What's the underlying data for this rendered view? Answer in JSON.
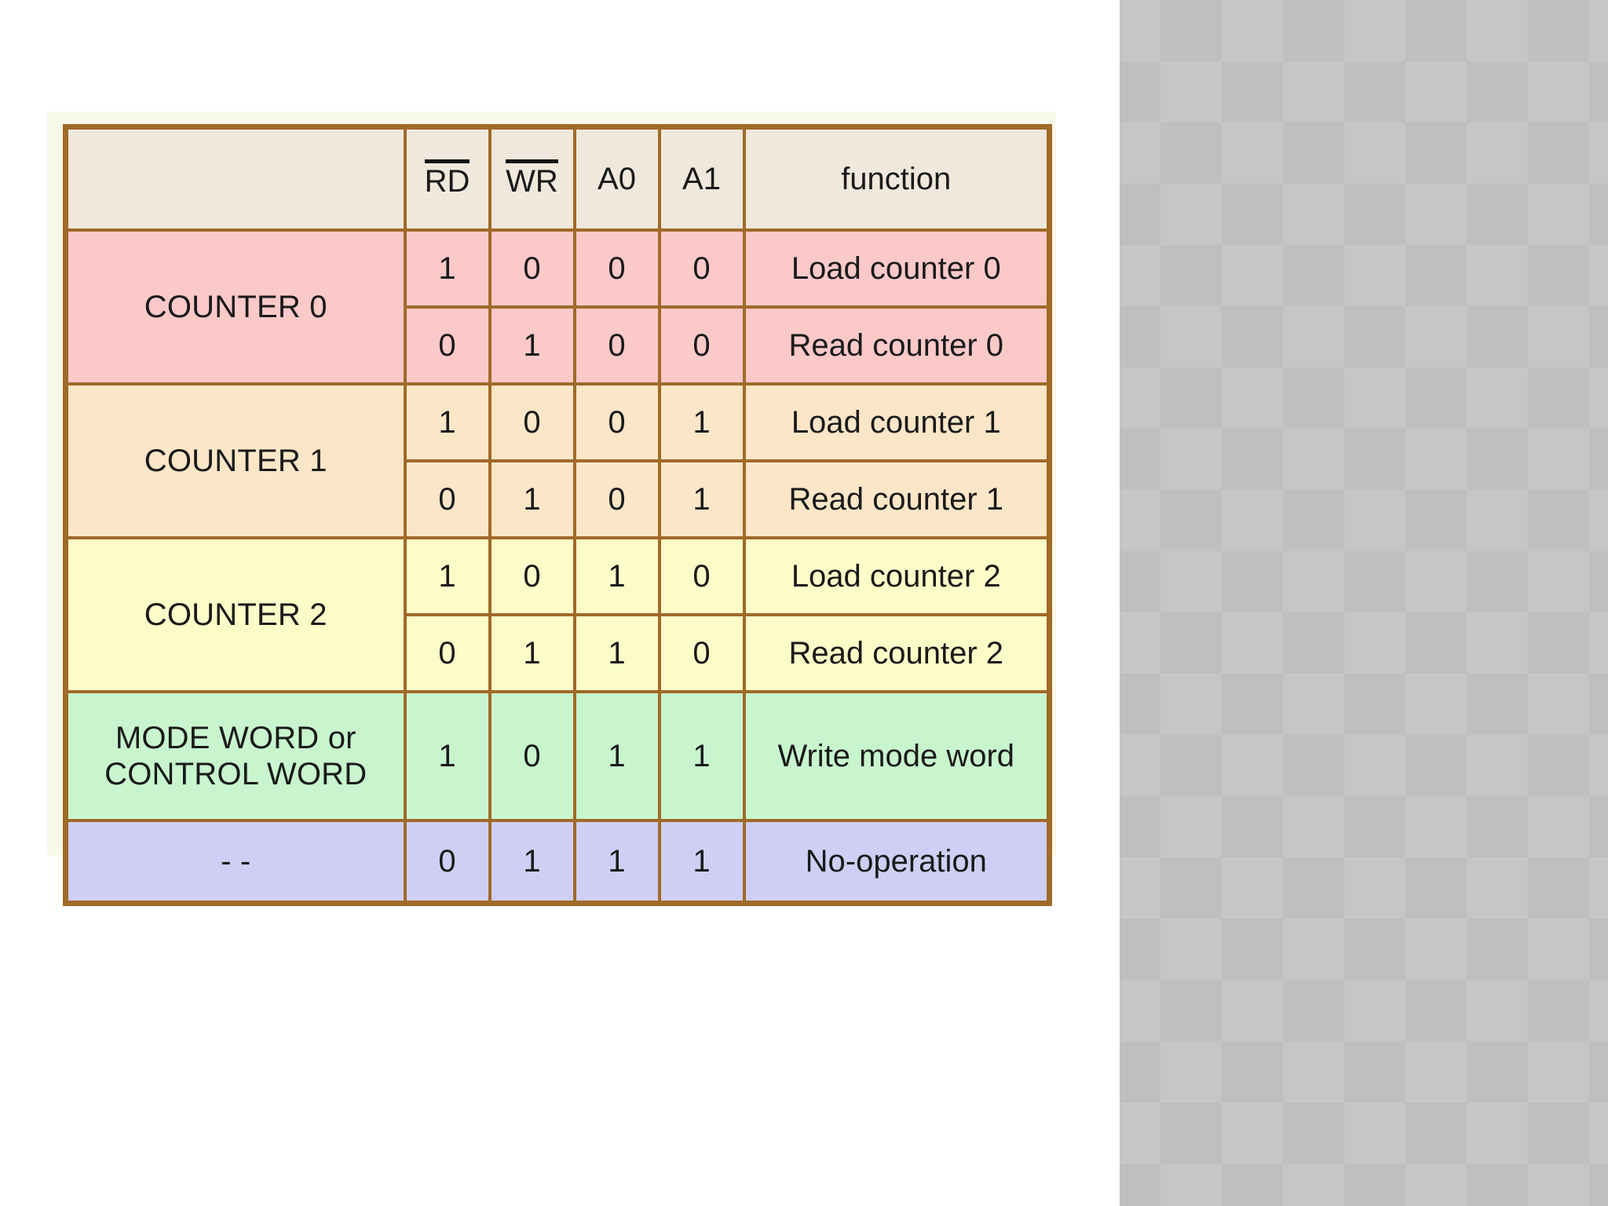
{
  "table": {
    "headers": {
      "label": "",
      "rd": "RD",
      "wr": "WR",
      "a0": "A0",
      "a1": "A1",
      "function": "function"
    },
    "groups": [
      {
        "name": "COUNTER 0",
        "label_lines": [
          "COUNTER 0"
        ],
        "color": "#fcc9c9",
        "rows": [
          {
            "rd": "1",
            "wr": "0",
            "a0": "0",
            "a1": "0",
            "function": "Load counter 0"
          },
          {
            "rd": "0",
            "wr": "1",
            "a0": "0",
            "a1": "0",
            "function": "Read counter 0"
          }
        ]
      },
      {
        "name": "COUNTER 1",
        "label_lines": [
          "COUNTER 1"
        ],
        "color": "#fce6c8",
        "rows": [
          {
            "rd": "1",
            "wr": "0",
            "a0": "0",
            "a1": "1",
            "function": "Load counter 1"
          },
          {
            "rd": "0",
            "wr": "1",
            "a0": "0",
            "a1": "1",
            "function": "Read counter 1"
          }
        ]
      },
      {
        "name": "COUNTER 2",
        "label_lines": [
          "COUNTER 2"
        ],
        "color": "#fcfcc8",
        "rows": [
          {
            "rd": "1",
            "wr": "0",
            "a0": "1",
            "a1": "0",
            "function": "Load counter 2"
          },
          {
            "rd": "0",
            "wr": "1",
            "a0": "1",
            "a1": "0",
            "function": "Read counter 2"
          }
        ]
      },
      {
        "name": "MODE WORD or CONTROL WORD",
        "label_lines": [
          "MODE WORD or",
          "CONTROL WORD"
        ],
        "color": "#c8f5ce",
        "rows": [
          {
            "rd": "1",
            "wr": "0",
            "a0": "1",
            "a1": "1",
            "function": "Write mode word"
          }
        ]
      },
      {
        "name": "--",
        "label_lines": [
          "- -"
        ],
        "color": "#cfcff5",
        "rows": [
          {
            "rd": "0",
            "wr": "1",
            "a0": "1",
            "a1": "1",
            "function": "No-operation"
          }
        ]
      }
    ]
  },
  "colors": {
    "border": "#a06a28",
    "frame_background": "#f8f8e8",
    "header_background": "#f0e8dc",
    "page_background": "#ffffff",
    "checker_background": "#c6c6c6"
  }
}
